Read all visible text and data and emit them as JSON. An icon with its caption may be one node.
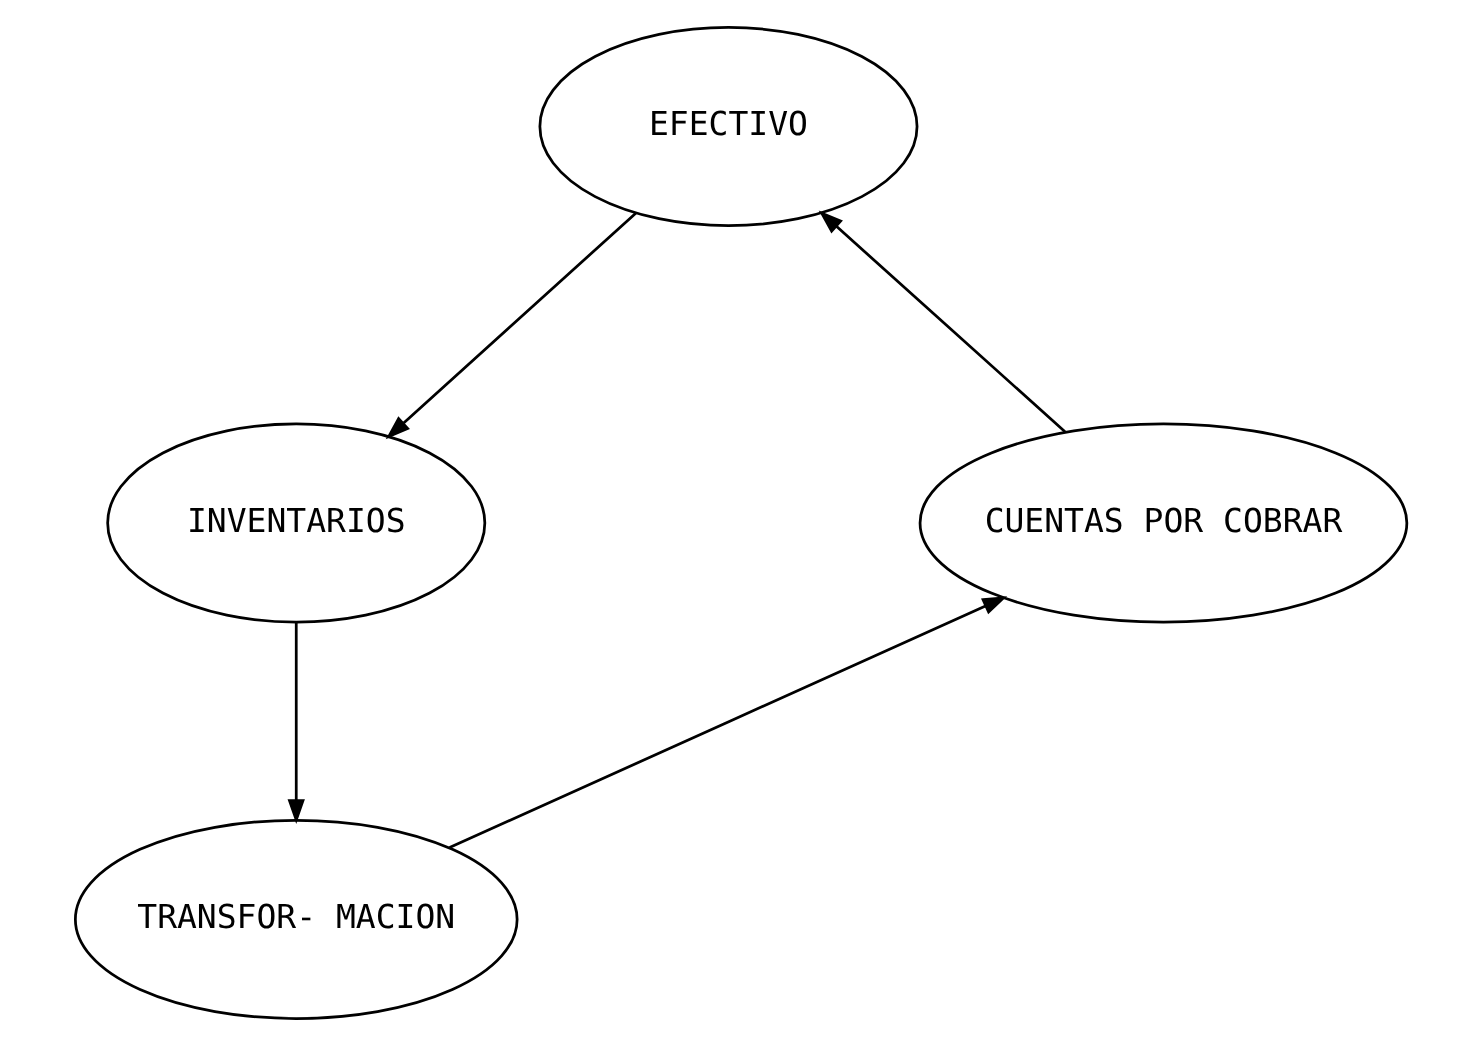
{
  "diagram": {
    "nodes": [
      {
        "text": [
          "EFECTIVO"
        ]
      },
      {
        "text": [
          "INVENTARIOS"
        ]
      },
      {
        "text": [
          "TRANSFOR- MACION"
        ]
      },
      {
        "text": [
          "CUENTAS POR COBRAR"
        ]
      }
    ],
    "edges": [
      {
        "from": 0,
        "to": 1,
        "arrow": "to"
      },
      {
        "from": 1,
        "to": 2,
        "arrow": "to"
      },
      {
        "from": 2,
        "to": 3,
        "arrow": "to"
      },
      {
        "from": 3,
        "to": 0,
        "arrow": "to"
      }
    ]
  }
}
